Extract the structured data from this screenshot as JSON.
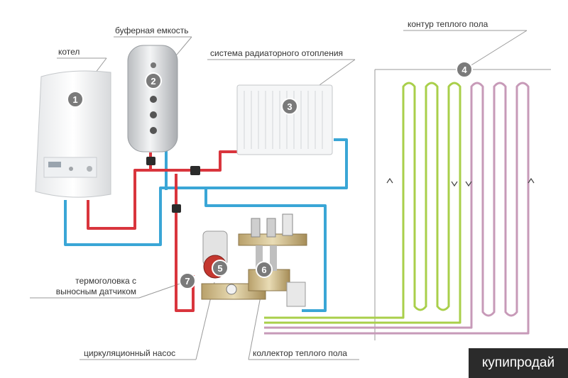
{
  "labels": {
    "boiler": "котел",
    "buffer": "буферная емкость",
    "radiator_system": "система радиаторного отопления",
    "floor_loop": "контур теплого пола",
    "thermo_head_l1": "термоголовка с",
    "thermo_head_l2": "выносным датчиком",
    "circ_pump": "циркуляционный насос",
    "floor_manifold": "коллектор теплого пола"
  },
  "markers": [
    "1",
    "2",
    "3",
    "4",
    "5",
    "6",
    "7"
  ],
  "watermark": "купипродай",
  "colors": {
    "supply": "#d9353d",
    "return": "#3aa6d6",
    "floor_supply": "#a9cf4a",
    "floor_return": "#c79ab8",
    "marker": "#7a7a7a"
  }
}
